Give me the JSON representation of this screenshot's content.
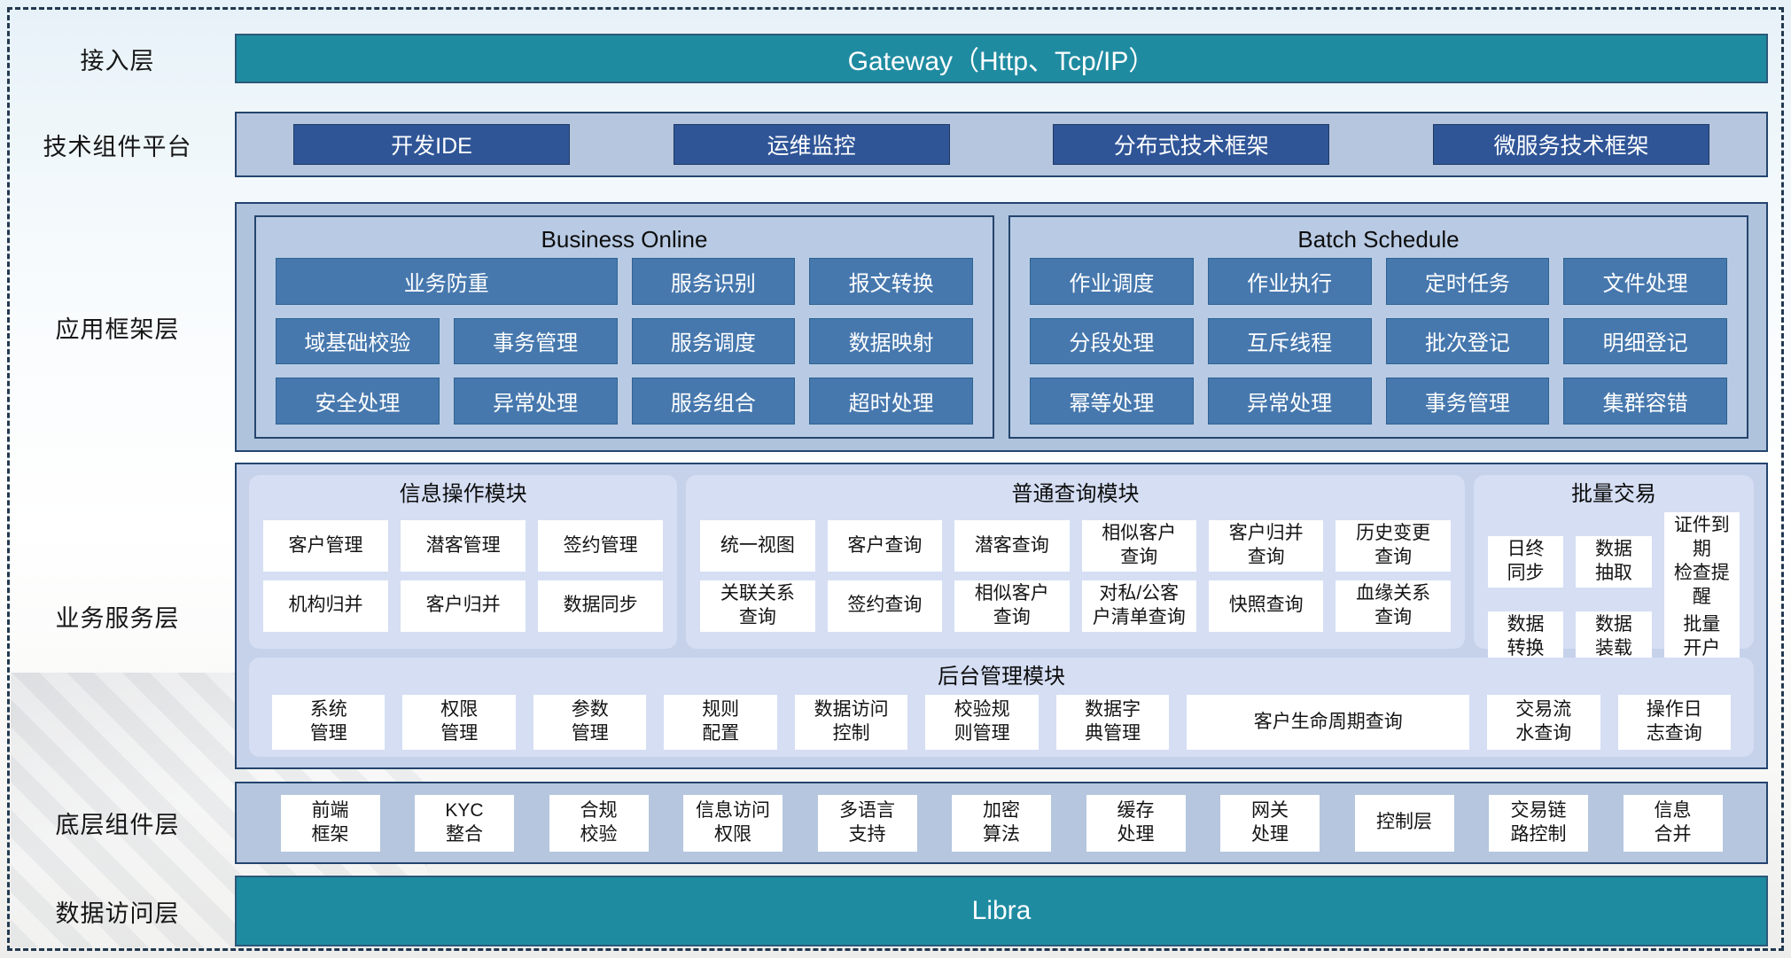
{
  "layers": {
    "access": {
      "label": "接入层",
      "gateway": "Gateway（Http、Tcp/IP）"
    },
    "tech_platform": {
      "label": "技术组件平台",
      "items": [
        "开发IDE",
        "运维监控",
        "分布式技术框架",
        "微服务技术框架"
      ]
    },
    "app_framework": {
      "label": "应用框架层",
      "business_online": {
        "title": "Business Online",
        "items": [
          {
            "label": "业务防重",
            "span2": true
          },
          "服务识别",
          "报文转换",
          "域基础校验",
          "事务管理",
          "服务调度",
          "数据映射",
          "安全处理",
          "异常处理",
          "服务组合",
          "超时处理"
        ]
      },
      "batch_schedule": {
        "title": "Batch Schedule",
        "items": [
          "作业调度",
          "作业执行",
          "定时任务",
          "文件处理",
          "分段处理",
          "互斥线程",
          "批次登记",
          "明细登记",
          "幂等处理",
          "异常处理",
          "事务管理",
          "集群容错"
        ]
      }
    },
    "business_service": {
      "label": "业务服务层",
      "info_ops": {
        "title": "信息操作模块",
        "items": [
          "客户管理",
          "潜客管理",
          "签约管理",
          "机构归并",
          "客户归并",
          "数据同步"
        ]
      },
      "common_query": {
        "title": "普通查询模块",
        "items": [
          "统一视图",
          "客户查询",
          "潜客查询",
          "相似客户\n查询",
          "客户归并\n查询",
          "历史变更\n查询",
          "关联关系\n查询",
          "签约查询",
          "相似客户\n查询",
          "对私/公客\n户清单查询",
          "快照查询",
          "血缘关系\n查询"
        ]
      },
      "batch_trade": {
        "title": "批量交易",
        "items": [
          "日终\n同步",
          "数据\n抽取",
          "证件到期\n检查提醒",
          "数据\n转换",
          "数据\n装载",
          "批量\n开户"
        ]
      },
      "admin": {
        "title": "后台管理模块",
        "items": [
          "系统\n管理",
          "权限\n管理",
          "参数\n管理",
          "规则\n配置",
          "数据访问\n控制",
          "校验规\n则管理",
          "数据字\n典管理",
          {
            "label": "客户生命周期查询",
            "wide": true
          },
          "交易流\n水查询",
          "操作日\n志查询"
        ]
      }
    },
    "base_components": {
      "label": "底层组件层",
      "items": [
        "前端\n框架",
        "KYC\n整合",
        "合规\n校验",
        "信息访问\n权限",
        "多语言\n支持",
        "加密\n算法",
        "缓存\n处理",
        "网关\n处理",
        "控制层",
        "交易链\n路控制",
        "信息\n合并"
      ]
    },
    "data_access": {
      "label": "数据访问层",
      "bar": "Libra"
    }
  },
  "colors": {
    "teal": "#1f8ba1",
    "navy_button": "#2f5597",
    "steel_button": "#4678ae",
    "panel_light": "#b5c6de",
    "panel_app": "#b0c3dd",
    "panel_biz": "#c6d1ea",
    "module_fill": "#d5def3",
    "border_dark": "#24456e",
    "dashed_border": "#223850"
  }
}
